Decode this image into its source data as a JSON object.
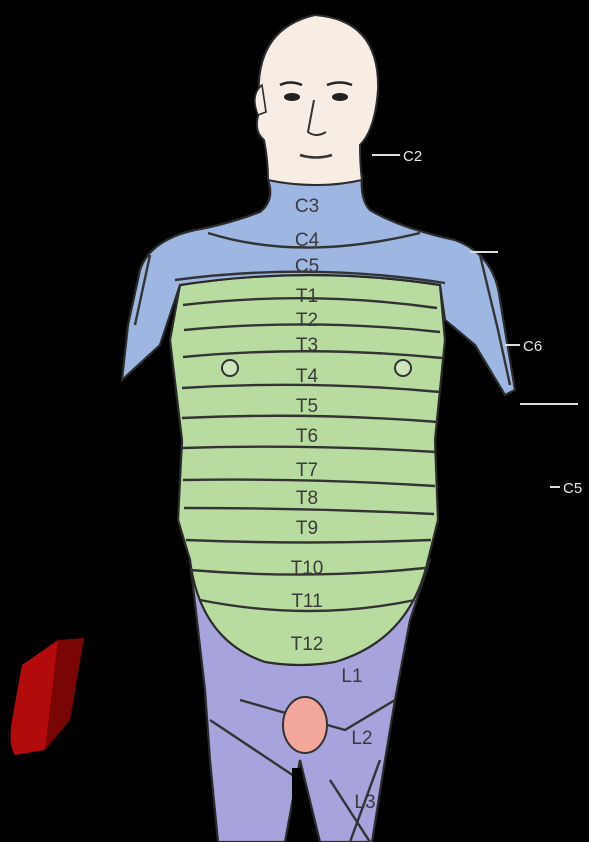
{
  "colors": {
    "background": "#000000",
    "cervical": "#9db6e2",
    "thoracic": "#b8dca0",
    "lumbar": "#a7a3dc",
    "skin": "#f7ede4",
    "genital": "#f3a79b",
    "accent_red": "#b30b0b"
  },
  "dermatomes": {
    "cervical": [
      "C3",
      "C4",
      "C5"
    ],
    "thoracic": [
      "T1",
      "T2",
      "T3",
      "T4",
      "T5",
      "T6",
      "T7",
      "T8",
      "T9",
      "T10",
      "T11",
      "T12"
    ],
    "lumbar": [
      "L1",
      "L2",
      "L3"
    ]
  },
  "side_labels": {
    "neck": "C2",
    "arm": "C6",
    "forearm": "C5"
  },
  "icons": [
    "body-outline",
    "red-shape-icon"
  ]
}
